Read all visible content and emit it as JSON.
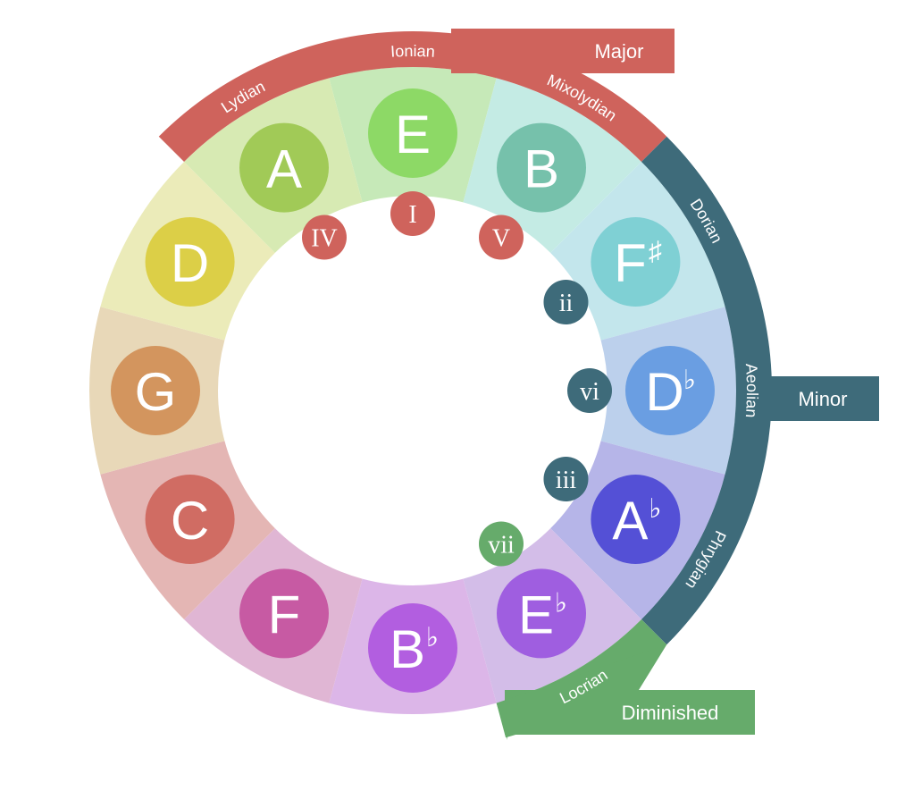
{
  "wheel": {
    "keys": [
      {
        "note": "E",
        "accidental": "",
        "sector_color": "#c6e9b8",
        "circle_color": "#8dd966"
      },
      {
        "note": "B",
        "accidental": "",
        "sector_color": "#c4ebe4",
        "circle_color": "#76c1ab"
      },
      {
        "note": "F",
        "accidental": "♯",
        "sector_color": "#c3e6ec",
        "circle_color": "#7fd0d4"
      },
      {
        "note": "D",
        "accidental": "♭",
        "sector_color": "#bcd0ec",
        "circle_color": "#6a9ee2"
      },
      {
        "note": "A",
        "accidental": "♭",
        "sector_color": "#b6b5e8",
        "circle_color": "#5450d6"
      },
      {
        "note": "E",
        "accidental": "♭",
        "sector_color": "#d3bde8",
        "circle_color": "#9f5ee0"
      },
      {
        "note": "B",
        "accidental": "♭",
        "sector_color": "#dcb6e8",
        "circle_color": "#b25ee0"
      },
      {
        "note": "F",
        "accidental": "",
        "sector_color": "#e0b6d4",
        "circle_color": "#c75aa3"
      },
      {
        "note": "C",
        "accidental": "",
        "sector_color": "#e4b6b4",
        "circle_color": "#d06c63"
      },
      {
        "note": "G",
        "accidental": "",
        "sector_color": "#e8d8b8",
        "circle_color": "#d3955e"
      },
      {
        "note": "D",
        "accidental": "",
        "sector_color": "#ebebb9",
        "circle_color": "#dccf47"
      },
      {
        "note": "A",
        "accidental": "",
        "sector_color": "#d7eab3",
        "circle_color": "#a1ca57"
      }
    ],
    "degrees": [
      {
        "label": "I",
        "key_index": 0,
        "color": "#cf635c"
      },
      {
        "label": "V",
        "key_index": 1,
        "color": "#cf635c"
      },
      {
        "label": "IV",
        "key_index": 11,
        "color": "#cf635c"
      },
      {
        "label": "ii",
        "key_index": 2,
        "color": "#3e6b7a"
      },
      {
        "label": "vi",
        "key_index": 3,
        "color": "#3e6b7a"
      },
      {
        "label": "iii",
        "key_index": 4,
        "color": "#3e6b7a"
      },
      {
        "label": "vii",
        "key_index": 5,
        "color": "#66ab6b"
      }
    ],
    "modes": [
      {
        "label": "Ionian",
        "key_index": 0,
        "group": "major"
      },
      {
        "label": "Mixolydian",
        "key_index": 1,
        "group": "major"
      },
      {
        "label": "Lydian",
        "key_index": 11,
        "group": "major"
      },
      {
        "label": "Dorian",
        "key_index": 2,
        "group": "minor"
      },
      {
        "label": "Aeolian",
        "key_index": 3,
        "group": "minor"
      },
      {
        "label": "Phrygian",
        "key_index": 4,
        "group": "minor"
      },
      {
        "label": "Locrian",
        "key_index": 5,
        "group": "diminished"
      }
    ],
    "groups": [
      {
        "id": "major",
        "label": "Major",
        "color": "#cf635c"
      },
      {
        "id": "minor",
        "label": "Minor",
        "color": "#3e6b7a"
      },
      {
        "id": "diminished",
        "label": "Diminished",
        "color": "#66ab6b"
      }
    ]
  }
}
